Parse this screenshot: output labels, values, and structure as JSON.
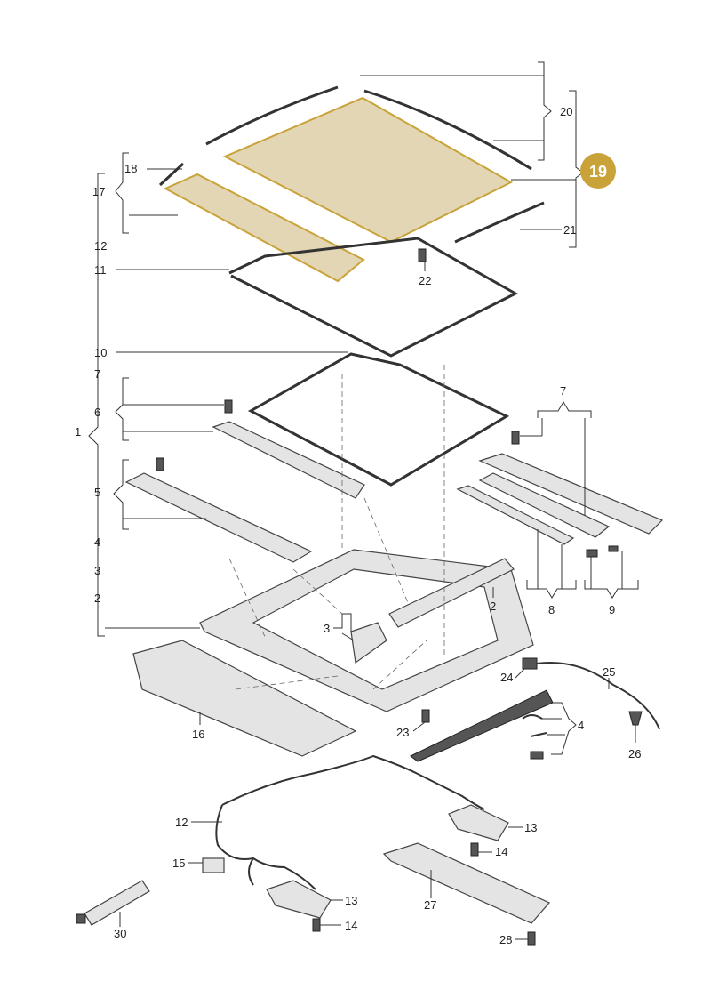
{
  "callouts": {
    "n1": "1",
    "n2a": "2",
    "n2b": "2",
    "n3a": "3",
    "n3b": "3",
    "n4a": "4",
    "n4b": "4",
    "n5": "5",
    "n6": "6",
    "n7a": "7",
    "n7b": "7",
    "n8": "8",
    "n9": "9",
    "n10": "10",
    "n11": "11",
    "n12a": "12",
    "n12b": "12",
    "n13a": "13",
    "n13b": "13",
    "n14a": "14",
    "n14b": "14",
    "n15": "15",
    "n16": "16",
    "n17": "17",
    "n18": "18",
    "n20": "20",
    "n21": "21",
    "n22": "22",
    "n23": "23",
    "n24": "24",
    "n25": "25",
    "n26": "26",
    "n27": "27",
    "n28": "28",
    "n30": "30"
  },
  "highlight": {
    "label": "19",
    "color": "#c9a23a"
  },
  "colors": {
    "glass_fill": "#e3d6b4",
    "glass_outline": "#c9a23a",
    "line": "#333333"
  }
}
